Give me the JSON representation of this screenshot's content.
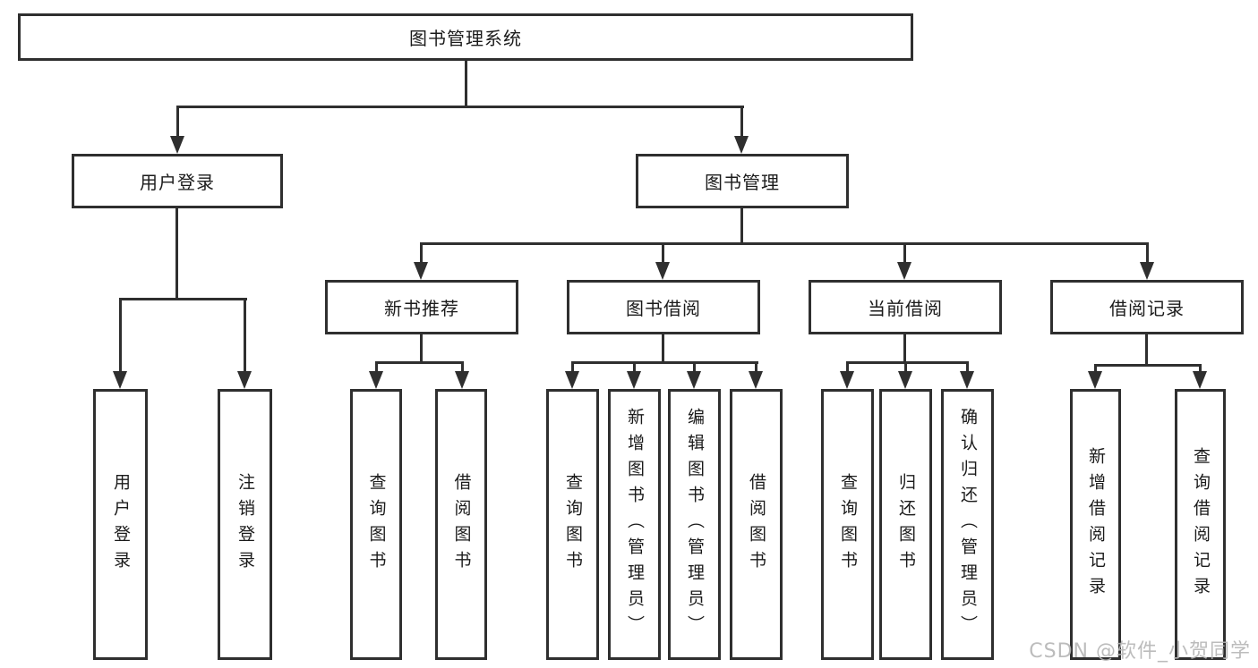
{
  "diagram": {
    "type": "hierarchy",
    "tree": {
      "root": "图书管理系统",
      "branches": [
        {
          "label": "用户登录",
          "children": [
            "用户登录",
            "注销登录"
          ]
        },
        {
          "label": "图书管理",
          "sections": [
            {
              "label": "新书推荐",
              "children": [
                "查询图书",
                "借阅图书"
              ]
            },
            {
              "label": "图书借阅",
              "children": [
                "查询图书",
                "新增图书（管理员）",
                "编辑图书（管理员）",
                "借阅图书"
              ]
            },
            {
              "label": "当前借阅",
              "children": [
                "查询图书",
                "归还图书",
                "确认归还（管理员）"
              ]
            },
            {
              "label": "借阅记录",
              "children": [
                "新增借阅记录",
                "查询借阅记录"
              ]
            }
          ]
        }
      ]
    }
  },
  "watermark": {
    "text": "CSDN @软件_小贺同学"
  },
  "colors": {
    "line": "#2f2f2f",
    "text": "#1b1b1b",
    "bg": "#ffffff",
    "wm": "#b5b5b5"
  }
}
